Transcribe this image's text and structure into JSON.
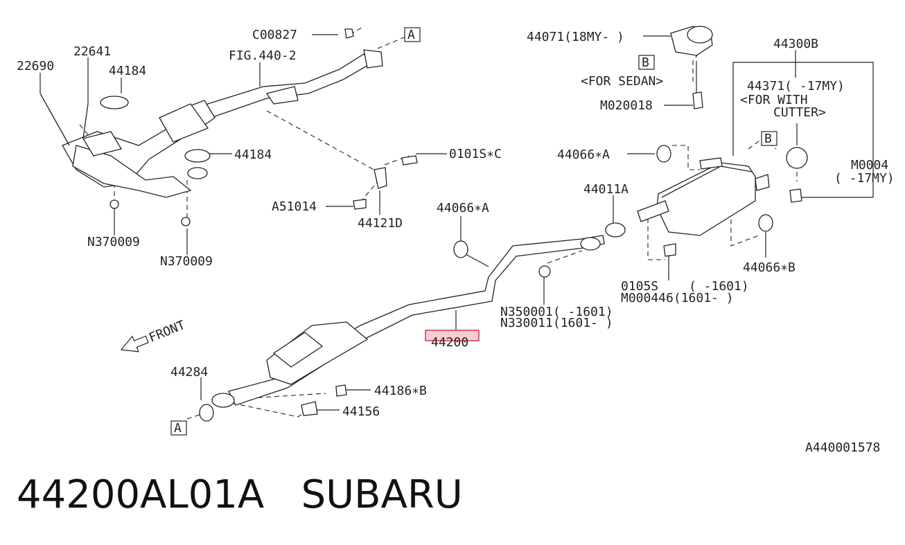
{
  "caption": {
    "part_number": "44200AL01A",
    "brand": "SUBARU"
  },
  "diagram_id": "A440001578",
  "front_label": "FRONT",
  "ref_boxes": {
    "a": "A",
    "b": "B"
  },
  "labels": {
    "c00827": "C00827",
    "fig440_2": "FIG.440-2",
    "p22641": "22641",
    "p22690": "22690",
    "p44184_top": "44184",
    "p44184_mid": "44184",
    "n370009_a": "N370009",
    "n370009_b": "N370009",
    "p0101s_c": "0101S∗C",
    "a51014": "A51014",
    "p44121d": "44121D",
    "p44066a_left": "44066∗A",
    "p44071": "44071(18MY- )",
    "for_sedan": "<FOR SEDAN>",
    "m020018": "M020018",
    "p44300b": "44300B",
    "p44371": "44371( -17MY)",
    "for_with": "<FOR WITH",
    "cutter": "CUTTER>",
    "m0004": "M0004",
    "m0004_sub": "( -17MY)",
    "p44066a_right": "44066∗A",
    "p44011a": "44011A",
    "p44066b": "44066∗B",
    "p0105s": "0105S",
    "p0105s_range": "( -1601)",
    "m000446": "M000446(1601- )",
    "n350001": "N350001( -1601)",
    "n330011": "N330011(1601- )",
    "p44200": "44200",
    "p44284": "44284",
    "p44186b": "44186∗B",
    "p44156": "44156"
  },
  "highlight_color": "#f4b8c0",
  "highlight_stroke": "#d23a4a"
}
